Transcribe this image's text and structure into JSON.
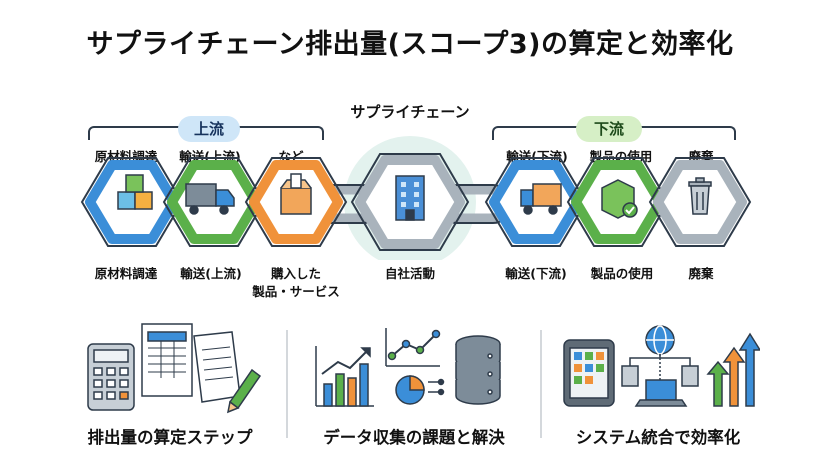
{
  "title": "サプライチェーン排出量(スコープ3)の算定と効率化",
  "supply_chain_label": "サプライチェーン",
  "upstream": {
    "label": "上流",
    "top_labels": [
      "原材料調達",
      "輸送(上流)",
      "など"
    ],
    "bottom_labels": [
      "原材料調達",
      "輸送(上流)",
      "購入した",
      "製品・サービス"
    ]
  },
  "center": {
    "bottom_label": "自社活動"
  },
  "downstream": {
    "label": "下流",
    "top_labels": [
      "輸送(下流)",
      "製品の使用",
      "廃棄"
    ],
    "bottom_labels": [
      "輸送(下流)",
      "製品の使用",
      "廃棄"
    ]
  },
  "bottom_sections": [
    {
      "caption": "排出量の算定ステップ"
    },
    {
      "caption": "データ収集の課題と解決"
    },
    {
      "caption": "システム統合で効率化"
    }
  ],
  "icons": [
    "boxes-icon",
    "truck-icon",
    "package-icon",
    "building-icon",
    "truck-icon",
    "product-box-icon",
    "trash-icon",
    "calculator-icon",
    "spreadsheet-icon",
    "pen-icon",
    "bar-chart-icon",
    "line-chart-icon",
    "pie-chart-icon",
    "database-icon",
    "tablet-icon",
    "globe-icon",
    "laptop-icon",
    "growth-arrows-icon"
  ],
  "colors": {
    "blue": "#3b8ed8",
    "green": "#5bb04a",
    "orange": "#f0923a",
    "grey": "#a9b3bc",
    "teal_bg": "#e3f2ee"
  }
}
